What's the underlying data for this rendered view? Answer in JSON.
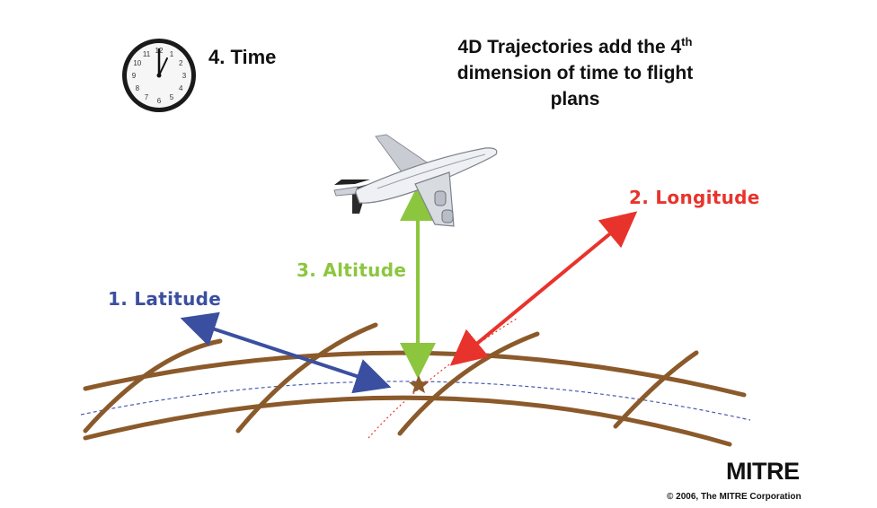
{
  "title": {
    "line1_pre": "4D Trajectories add the 4",
    "line1_sup": "th",
    "line2": "dimension of time to flight",
    "line3": "plans"
  },
  "time_label": "4.  Time",
  "latitude_label": "1.  Latitude",
  "longitude_label": "2.  Longitude",
  "altitude_label": "3.  Altitude",
  "logo_text": "MITRE",
  "copyright": "© 2006, The MITRE Corporation",
  "clock_numbers": [
    "12",
    "1",
    "2",
    "3",
    "4",
    "5",
    "6",
    "7",
    "8",
    "9",
    "10",
    "11"
  ],
  "colors": {
    "latitude": "#3a4fa0",
    "longitude": "#e8332c",
    "altitude": "#8cc63f",
    "grid": "#8b5a2b",
    "star": "#8b5a2b",
    "dotted_path": "#4a5ab0"
  },
  "icons": [
    "clock-icon",
    "airplane-icon",
    "star-marker-icon"
  ]
}
